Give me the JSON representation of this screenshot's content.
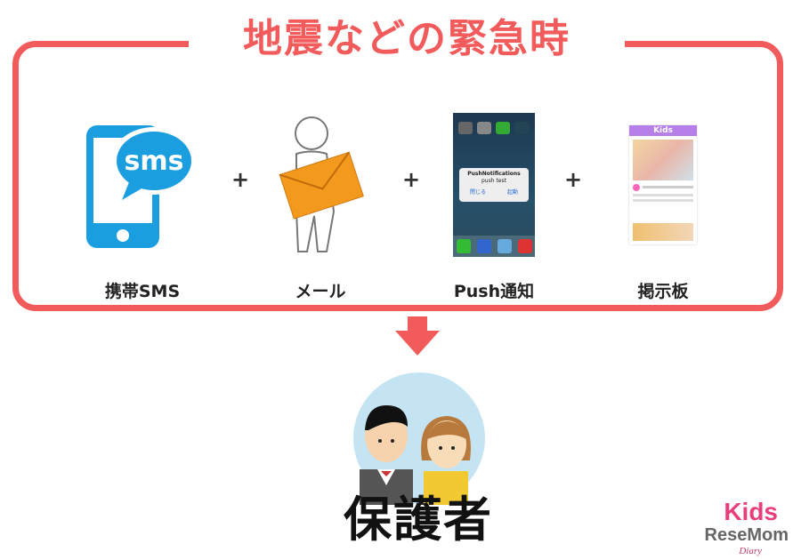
{
  "title": "地震などの緊急時",
  "channels": [
    {
      "label": "携帯SMS",
      "icon": "phone-sms-icon",
      "bubble_text": "sms"
    },
    {
      "label": "メール",
      "icon": "person-with-envelope-icon"
    },
    {
      "label": "Push通知",
      "icon": "push-notification-screenshot",
      "alert_title": "PushNotifications",
      "alert_body": "push test",
      "alert_buttons": [
        "閉じる",
        "起動"
      ]
    },
    {
      "label": "掲示板",
      "icon": "bulletin-board-screenshot",
      "app_header": "Kids"
    }
  ],
  "plus": "+",
  "recipient": "保護者",
  "logo": {
    "brand": "Kids",
    "publisher": "ReseMom",
    "sub": "Diary"
  },
  "colors": {
    "accent": "#f25b5b",
    "sms_blue": "#1a9ee0",
    "envelope": "#f39a1e",
    "circle": "#c4e4f4",
    "board_header": "#b57ee8"
  }
}
